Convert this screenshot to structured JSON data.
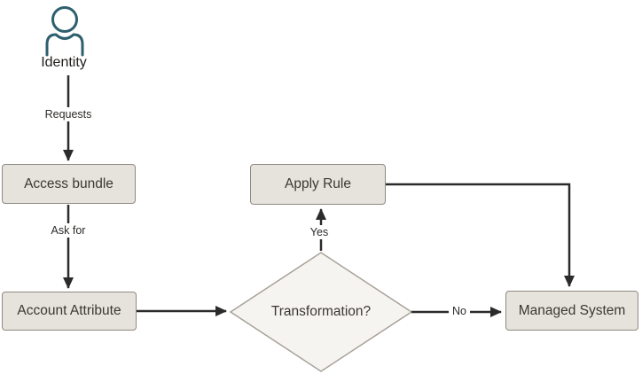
{
  "diagram": {
    "colors": {
      "background": "#ffffff",
      "line": "#2b2b2b",
      "node_fill": "#e6e3dd",
      "node_border": "#8f8981",
      "decision_fill": "#f5f4f1",
      "decision_border": "#a8a199",
      "icon": "#2d5f6d"
    },
    "actor": {
      "label": "Identity",
      "icon": "person-icon"
    },
    "nodes": [
      {
        "id": "access-bundle",
        "label": "Access bundle",
        "type": "process"
      },
      {
        "id": "account-attribute",
        "label": "Account Attribute",
        "type": "process"
      },
      {
        "id": "apply-rule",
        "label": "Apply Rule",
        "type": "process"
      },
      {
        "id": "managed-system",
        "label": "Managed System",
        "type": "process"
      },
      {
        "id": "transformation",
        "label": "Transformation?",
        "type": "decision"
      }
    ],
    "edges": [
      {
        "from": "identity",
        "to": "access-bundle",
        "label": "Requests"
      },
      {
        "from": "access-bundle",
        "to": "account-attribute",
        "label": "Ask for"
      },
      {
        "from": "account-attribute",
        "to": "transformation",
        "label": ""
      },
      {
        "from": "transformation",
        "to": "apply-rule",
        "label": "Yes"
      },
      {
        "from": "transformation",
        "to": "managed-system",
        "label": "No"
      },
      {
        "from": "apply-rule",
        "to": "managed-system",
        "label": ""
      }
    ]
  }
}
